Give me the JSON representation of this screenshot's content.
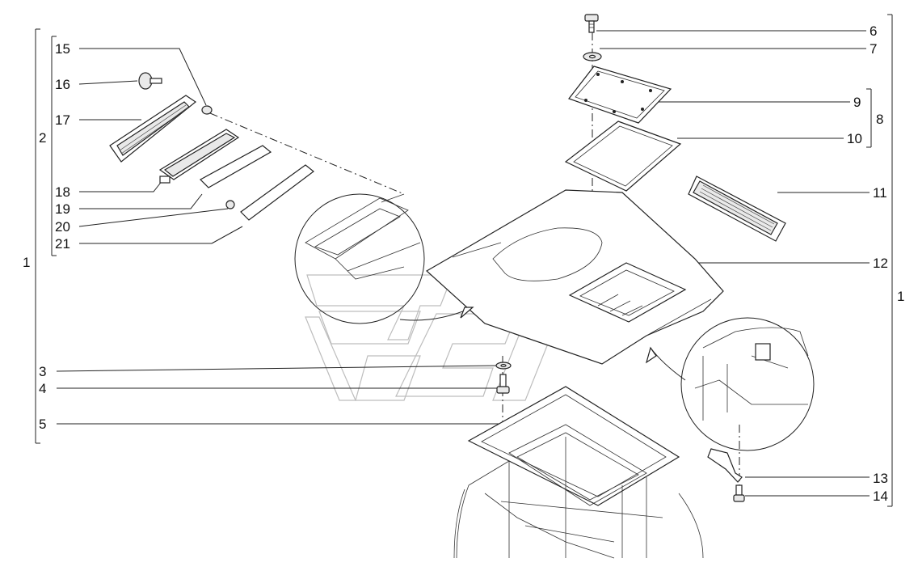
{
  "diagram": {
    "left_labels": [
      "15",
      "16",
      "17",
      "18",
      "19",
      "20",
      "21",
      "3",
      "4",
      "5"
    ],
    "right_labels": [
      "6",
      "7",
      "9",
      "10",
      "11",
      "12",
      "13",
      "14"
    ],
    "bracket_labels": {
      "outer_left": "1",
      "inner_left": "2",
      "right_group": "8",
      "outer_right": "1"
    },
    "parts": [
      "bolt",
      "washer",
      "cover-plate",
      "gasket",
      "vent-grille",
      "roof-panel",
      "washer",
      "bolt",
      "seal",
      "knob",
      "grille-frame",
      "clip",
      "filter",
      "bolt",
      "filter-frame",
      "bracket",
      "bolt",
      "cab-frame"
    ]
  }
}
